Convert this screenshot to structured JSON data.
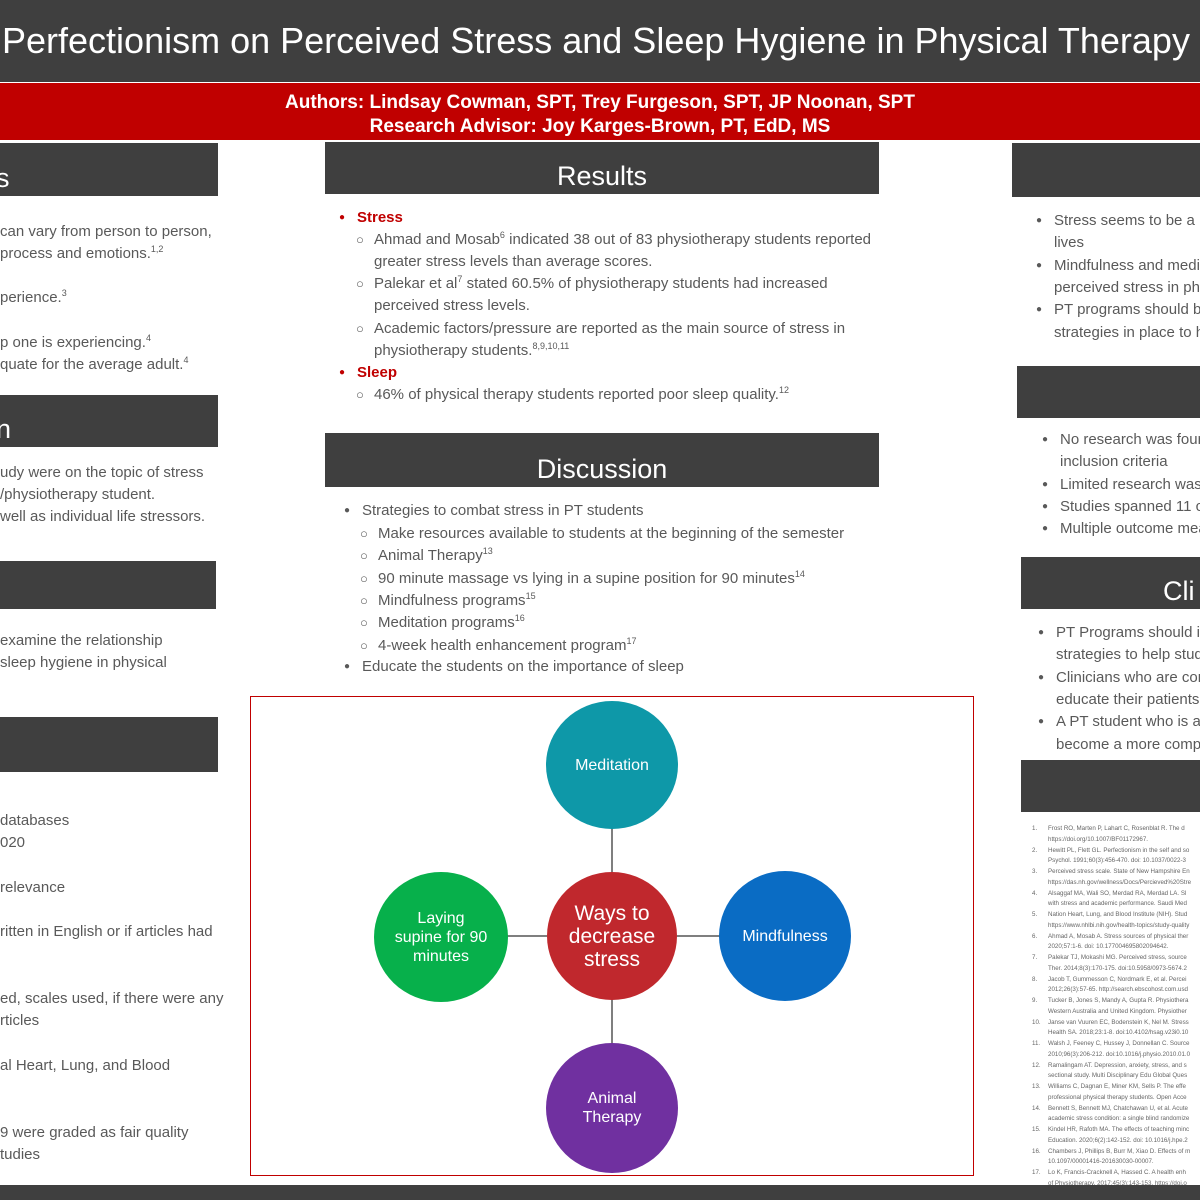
{
  "title": "f Perfectionism on Perceived Stress and Sleep Hygiene in Physical Therapy",
  "authors": "Authors: Lindsay Cowman, SPT, Trey Furgeson, SPT, JP Noonan, SPT",
  "advisor": "Research Advisor: Joy Karges-Brown, PT, EdD, MS",
  "left": {
    "h1": "s",
    "h2": "n",
    "s1": [
      {
        "t": "can vary from person to person,"
      },
      {
        "t": "process and emotions.",
        "s": "1,2"
      },
      {
        "t": "perience.",
        "s": "3"
      },
      {
        "t": "p one is experiencing.",
        "s": "4"
      },
      {
        "t": "quate for the average adult.",
        "s": "4"
      }
    ],
    "s2": [
      "udy were on the topic of stress",
      "/physiotherapy student.",
      "well as individual life stressors."
    ],
    "s3": [
      "examine the relationship",
      "sleep hygiene in physical"
    ],
    "s4": [
      "databases",
      "020",
      "relevance",
      "ritten in English or if articles had",
      "ed, scales used, if there were any",
      "rticles",
      "al Heart, Lung, and Blood",
      "9 were graded as fair quality",
      "tudies"
    ]
  },
  "results": {
    "header": "Results",
    "stress": "Stress",
    "s1": {
      "t": "Ahmad and Mosab",
      "s": "6",
      "t2": " indicated 38 out of 83 physiotherapy students reported"
    },
    "s1b": "greater stress levels than average scores.",
    "s2": {
      "t": "Palekar et al",
      "s": "7",
      "t2": " stated 60.5% of physiotherapy students had increased"
    },
    "s2b": "perceived stress levels.",
    "s3": "Academic factors/pressure are reported as the main source of stress in",
    "s3b": {
      "t": "physiotherapy students.",
      "s": "8,9,10,11"
    },
    "sleep": "Sleep",
    "sl1": {
      "t": "46% of physical therapy students reported poor sleep quality.",
      "s": "12"
    }
  },
  "discussion": {
    "header": "Discussion",
    "b1": "Strategies to combat stress in PT students",
    "subs": [
      {
        "t": "Make resources available to students at the beginning of the semester"
      },
      {
        "t": "Animal Therapy",
        "s": "13"
      },
      {
        "t": "90 minute massage vs lying in a supine position for 90 minutes",
        "s": "14"
      },
      {
        "t": "Mindfulness programs",
        "s": "15"
      },
      {
        "t": "Meditation programs",
        "s": "16"
      },
      {
        "t": "4-week health enhancement program",
        "s": "17"
      }
    ],
    "b2": "Educate the students on the importance of sleep"
  },
  "diagram": {
    "center": "Ways to decrease stress",
    "top": "Meditation",
    "left": "Laying supine for 90 minutes",
    "right": "Mindfulness",
    "bottom": "Animal Therapy",
    "colors": {
      "center": "#c0282d",
      "top": "#0e98a8",
      "left": "#07b04b",
      "right": "#0a6cc4",
      "bottom": "#7030a0"
    }
  },
  "right": {
    "h3": "Cli",
    "s1": [
      "Stress seems to be a r",
      "lives",
      "Mindfulness and medi",
      "perceived stress in ph",
      "PT programs should b",
      "strategies in place to h"
    ],
    "s2": [
      "No research was foun",
      "inclusion criteria",
      "Limited research was",
      "Studies spanned 11 c",
      "Multiple outcome mea"
    ],
    "s3": [
      "PT Programs should i",
      "strategies to help stud",
      "Clinicians who are cor",
      "educate their patients.",
      "A PT student who is a",
      "become a more comp"
    ]
  },
  "references": [
    [
      "1.",
      "Frost RO, Marten P, Lahart C, Rosenblat R. The d"
    ],
    [
      "",
      "https://doi.org/10.1007/BF01172967."
    ],
    [
      "2.",
      "Hewitt PL, Flett GL. Perfectionism in the self and so"
    ],
    [
      "",
      "Psychol. 1991;60(3):456-470. doi: 10.1037/0022-3"
    ],
    [
      "3.",
      "Perceived stress scale. State of New Hampshire En"
    ],
    [
      "",
      "https://das.nh.gov/wellness/Docs/Percieved%20Stre"
    ],
    [
      "4.",
      "Alsaggaf MA, Wali SO, Merdad RA, Merdad LA. Sl"
    ],
    [
      "",
      "with stress and academic performance. Saudi Med"
    ],
    [
      "5.",
      "Nation Heart, Lung, and Blood Institute (NIH). Stud"
    ],
    [
      "",
      "https://www.nhlbi.nih.gov/health-topics/study-quality"
    ],
    [
      "6.",
      "Ahmad A, Mosab A. Stress sources of physical ther"
    ],
    [
      "",
      "2020;57:1-6. doi: 10.177004695802094642."
    ],
    [
      "7.",
      "Palekar TJ, Mokashi MG. Perceived stress, source"
    ],
    [
      "",
      "Ther. 2014;8(3):170-175. doi:10.5958/0973-5674.2"
    ],
    [
      "8.",
      "Jacob T, Gummesson C, Nordmark E, et al. Percei"
    ],
    [
      "",
      "2012;26(3):57-65. http://search.ebscohost.com.usd"
    ],
    [
      "9.",
      "Tucker B, Jones S, Mandy A, Gupta R. Physiothera"
    ],
    [
      "",
      "Western Australia and United Kingdom. Physiother"
    ],
    [
      "10.",
      "Janse van Vuuren EC, Bodenstein K, Nel M. Stress"
    ],
    [
      "",
      "Health SA. 2018;23:1-8. doi:10.4102/hsag.v23i0.10"
    ],
    [
      "11.",
      "Walsh J, Feeney C, Hussey J, Donnellan C. Source"
    ],
    [
      "",
      "2010;96(3):206-212. doi:10.1016/j.physio.2010.01.0"
    ],
    [
      "12.",
      "Ramalingam AT. Depression, anxiety, stress, and s"
    ],
    [
      "",
      "sectional study. Multi Disciplinary Edu Global Ques"
    ],
    [
      "13.",
      "Williams C, Dagnan E, Miner KM, Sells P. The effe"
    ],
    [
      "",
      "professional physical therapy students. Open Acce"
    ],
    [
      "14.",
      "Bennett S, Bennett MJ, Chatchawan U, et al. Acute"
    ],
    [
      "",
      "academic stress condition: a single blind randomize"
    ],
    [
      "15.",
      "Kindel HR, Rafoth MA. The effects of teaching minc"
    ],
    [
      "",
      "Education. 2020;6(2):142-152. doi: 10.1016/j.hpe.2"
    ],
    [
      "16.",
      "Chambers J, Phillips B, Burr M, Xiao D. Effects of m"
    ],
    [
      "",
      "10.1097/00001416-201630030-00007."
    ],
    [
      "17.",
      "Lo K, Francis-Cracknell A, Hassed C. A health enh"
    ],
    [
      "",
      "of Physiotherapy. 2017;45(3):143-153. https://doi.o"
    ]
  ]
}
